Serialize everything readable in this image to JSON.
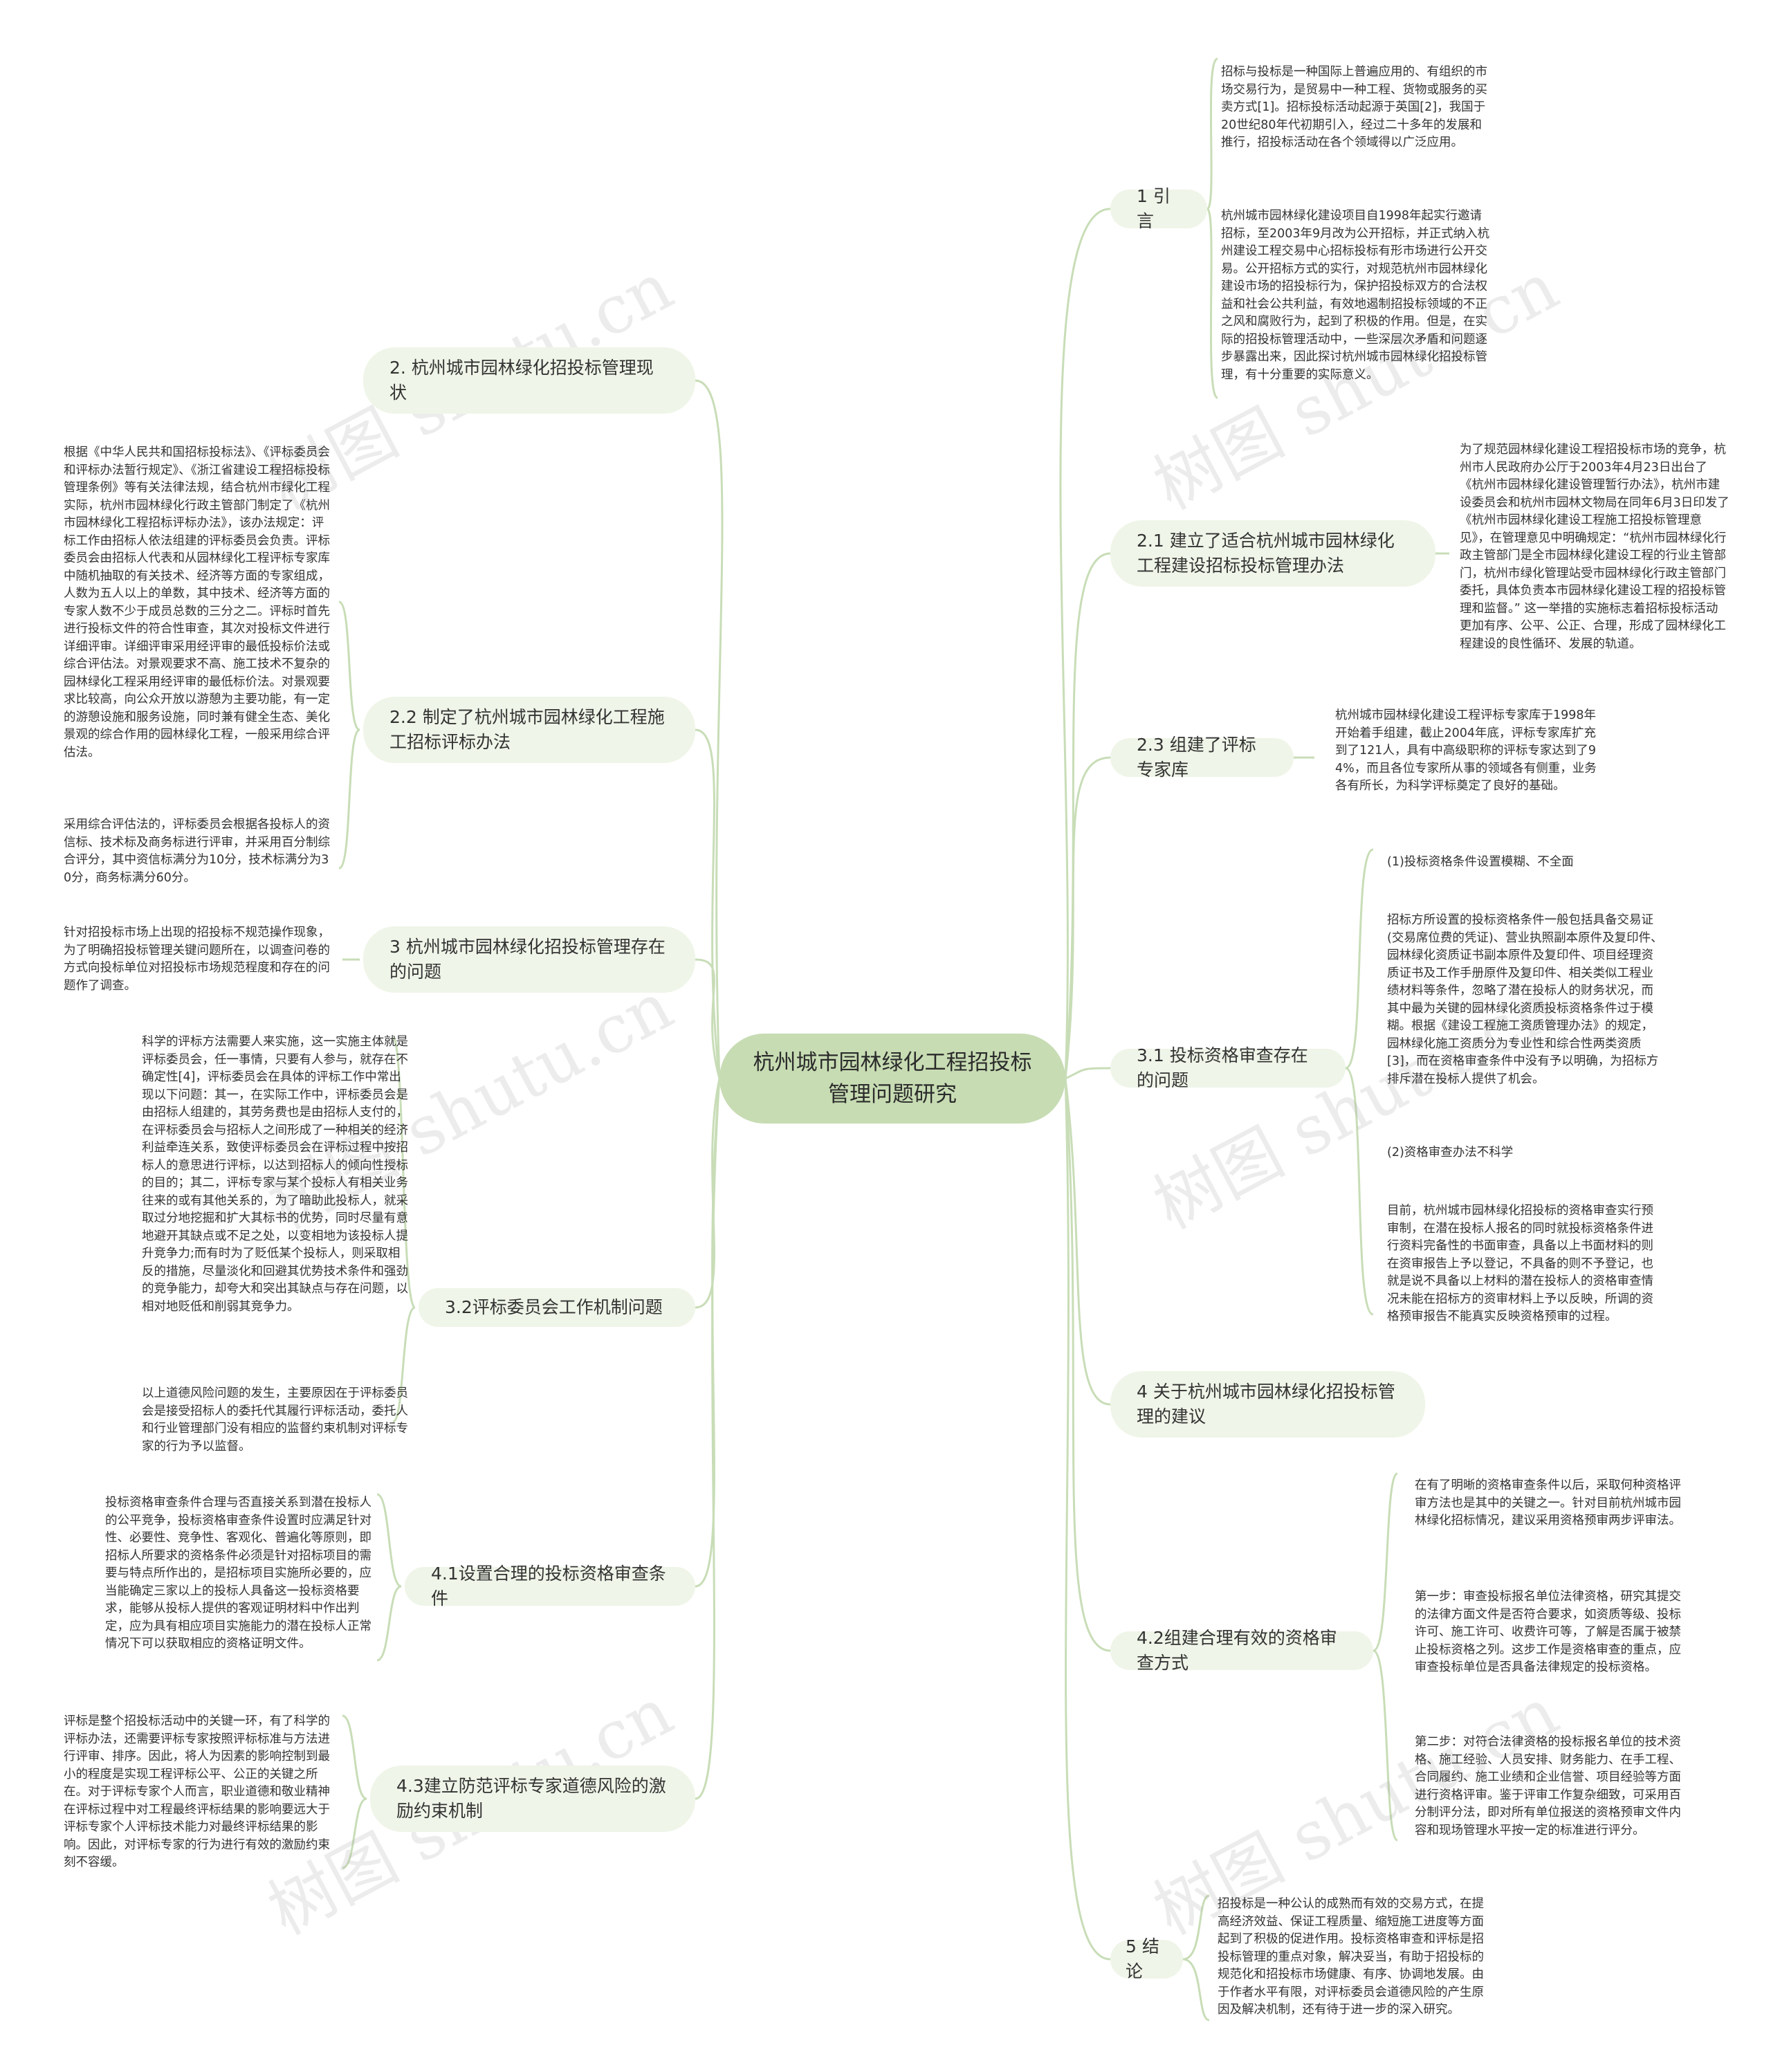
{
  "title": "杭州城市园林绿化工程招投标管理问题研究",
  "watermark": "树图 shutu.cn",
  "colors": {
    "root_fill": "#c7dcb3",
    "node_fill": "#eff5e8",
    "link": "#c8ddb7",
    "watermark": "#aaaaaa"
  },
  "branches": {
    "b1": "1 引言",
    "b2": "2. 杭州城市园林绿化招投标管理现状",
    "b21": "2.1 建立了适合杭州城市园林绿化工程建设招标投标管理办法",
    "b22": "2.2 制定了杭州城市园林绿化工程施工招标评标办法",
    "b23": "2.3 组建了评标专家库",
    "b3": "3 杭州城市园林绿化招投标管理存在的问题",
    "b31": "3.1 投标资格审查存在的问题",
    "b32": "3.2评标委员会工作机制问题",
    "b4": "4 关于杭州城市园林绿化招投标管理的建议",
    "b41": "4.1设置合理的投标资格审查条件",
    "b42": "4.2组建合理有效的资格审查方式",
    "b43": "4.3建立防范评标专家道德风险的激励约束机制",
    "b5": "5 结论"
  },
  "leaves": {
    "l1a": "招标与投标是一种国际上普遍应用的、有组织的市场交易行为，是贸易中一种工程、货物或服务的买卖方式[1]。招标投标活动起源于英国[2]，我国于20世纪80年代初期引入，经过二十多年的发展和推行，招投标活动在各个领域得以广泛应用。",
    "l1b": "杭州城市园林绿化建设项目自1998年起实行邀请招标，至2003年9月改为公开招标，并正式纳入杭州建设工程交易中心招标投标有形市场进行公开交易。公开招标方式的实行，对规范杭州市园林绿化建设市场的招投标行为，保护招投标双方的合法权益和社会公共利益，有效地遏制招投标领域的不正之风和腐败行为，起到了积极的作用。但是，在实际的招投标管理活动中，一些深层次矛盾和问题逐步暴露出来，因此探讨杭州城市园林绿化招投标管理，有十分重要的实际意义。",
    "l21": "为了规范园林绿化建设工程招投标市场的竞争，杭州市人民政府办公厅于2003年4月23日出台了《杭州市园林绿化建设管理暂行办法》，杭州市建设委员会和杭州市园林文物局在同年6月3日印发了《杭州市园林绿化建设工程施工招投标管理意见》，在管理意见中明确规定：“杭州市园林绿化行政主管部门是全市园林绿化建设工程的行业主管部门，杭州市绿化管理站受市园林绿化行政主管部门委托，具体负责本市园林绿化建设工程的招投标管理和监督。” 这一举措的实施标志着招标投标活动更加有序、公平、公正、合理，形成了园林绿化工程建设的良性循环、发展的轨道。",
    "l22a": "根据《中华人民共和国招标投标法》、《评标委员会和评标办法暂行规定》、《浙江省建设工程招标投标管理条例》等有关法律法规，结合杭州市绿化工程实际，杭州市园林绿化行政主管部门制定了《杭州市园林绿化工程招标评标办法》，该办法规定：评标工作由招标人依法组建的评标委员会负责。评标委员会由招标人代表和从园林绿化工程评标专家库中随机抽取的有关技术、经济等方面的专家组成，人数为五人以上的单数，其中技术、经济等方面的专家人数不少于成员总数的三分之二。评标时首先进行投标文件的符合性审查，其次对投标文件进行详细评审。详细评审采用经评审的最低投标价法或综合评估法。对景观要求不高、施工技术不复杂的园林绿化工程采用经评审的最低标价法。对景观要求比较高，向公众开放以游憩为主要功能，有一定的游憩设施和服务设施，同时兼有健全生态、美化景观的综合作用的园林绿化工程，一般采用综合评估法。",
    "l22b": "采用综合评估法的，评标委员会根据各投标人的资信标、技术标及商务标进行评审，并采用百分制综合评分，其中资信标满分为10分，技术标满分为30分，商务标满分60分。",
    "l23": "杭州城市园林绿化建设工程评标专家库于1998年开始着手组建，截止2004年底，评标专家库扩充到了121人，具有中高级职称的评标专家达到了94%，而且各位专家所从事的领域各有侧重，业务各有所长，为科学评标奠定了良好的基础。",
    "l3": "针对招投标市场上出现的招投标不规范操作现象，为了明确招投标管理关键问题所在，以调查问卷的方式向投标单位对招投标市场规范程度和存在的问题作了调查。",
    "l31a": "(1)投标资格条件设置模糊、不全面",
    "l31b": "招标方所设置的投标资格条件一般包括具备交易证(交易席位费的凭证)、营业执照副本原件及复印件、园林绿化资质证书副本原件及复印件、项目经理资质证书及工作手册原件及复印件、相关类似工程业绩材料等条件，忽略了潜在投标人的财务状况，而其中最为关键的园林绿化资质投标资格条件过于模糊。根据《建设工程施工资质管理办法》的规定，园林绿化施工资质分为专业性和综合性两类资质[3]，而在资格审查条件中没有予以明确，为招标方排斥潜在投标人提供了机会。",
    "l31c": "(2)资格审查办法不科学",
    "l31d": "目前，杭州城市园林绿化招投标的资格审查实行预审制，在潜在投标人报名的同时就投标资格条件进行资料完备性的书面审查，具备以上书面材料的则在资审报告上予以登记，不具备的则不予登记，也就是说不具备以上材料的潜在投标人的资格审查情况未能在招标方的资审材料上予以反映，所调的资格预审报告不能真实反映资格预审的过程。",
    "l32a": "科学的评标方法需要人来实施，这一实施主体就是评标委员会，任一事情，只要有人参与，就存在不确定性[4]，评标委员会在具体的评标工作中常出现以下问题：其一，在实际工作中，评标委员会是由招标人组建的，其劳务费也是由招标人支付的，在评标委员会与招标人之间形成了一种相关的经济利益牵连关系，致使评标委员会在评标过程中按招标人的意思进行评标，以达到招标人的倾向性授标的目的；其二，评标专家与某个投标人有相关业务往来的或有其他关系的，为了暗助此投标人，就采取过分地挖掘和扩大其标书的优势，同时尽量有意地避开其缺点或不足之处，以变相地为该投标人提升竞争力;而有时为了贬低某个投标人，则采取相反的措施，尽量淡化和回避其优势技术条件和强劲的竞争能力，却夸大和突出其缺点与存在问题，以相对地贬低和削弱其竞争力。",
    "l32b": "以上道德风险问题的发生，主要原因在于评标委员会是接受招标人的委托代其履行评标活动，委托人和行业管理部门没有相应的监督约束机制对评标专家的行为予以监督。",
    "l41": "投标资格审查条件合理与否直接关系到潜在投标人的公平竞争，投标资格审查条件设置时应满足针对性、必要性、竞争性、客观化、普遍化等原则，即招标人所要求的资格条件必须是针对招标项目的需要与特点所作出的，是招标项目实施所必要的，应当能确定三家以上的投标人具备这一投标资格要求，能够从投标人提供的客观证明材料中作出判定，应为具有相应项目实施能力的潜在投标人正常情况下可以获取相应的资格证明文件。",
    "l42a": "在有了明晰的资格审查条件以后，采取何种资格评审方法也是其中的关键之一。针对目前杭州城市园林绿化招标情况，建议采用资格预审两步评审法。",
    "l42b": "第一步：审查投标报名单位法律资格，研究其提交的法律方面文件是否符合要求，如资质等级、投标许可、施工许可、收费许可等，了解是否属于被禁止投标资格之列。这步工作是资格审查的重点，应审查投标单位是否具备法律规定的投标资格。",
    "l42c": "第二步：对符合法律资格的投标报名单位的技术资格、施工经验、人员安排、财务能力、在手工程、合同履约、施工业绩和企业信誉、项目经验等方面进行资格评审。鉴于评审工作复杂细致，可采用百分制评分法，即对所有单位报送的资格预审文件内容和现场管理水平按一定的标准进行评分。",
    "l43": "评标是整个招投标活动中的关键一环，有了科学的评标办法，还需要评标专家按照评标标准与方法进行评审、排序。因此，将人为因素的影响控制到最小的程度是实现工程评标公平、公正的关键之所在。对于评标专家个人而言，职业道德和敬业精神在评标过程中对工程最终评标结果的影响要远大于评标专家个人评标技术能力对最终评标结果的影响。因此，对评标专家的行为进行有效的激励约束刻不容缓。",
    "l5": "招投标是一种公认的成熟而有效的交易方式，在提高经济效益、保证工程质量、缩短施工进度等方面起到了积极的促进作用。投标资格审查和评标是招投标管理的重点对象，解决妥当，有助于招投标的规范化和招投标市场健康、有序、协调地发展。由于作者水平有限，对评标委员会道德风险的产生原因及解决机制，还有待于进一步的深入研究。"
  }
}
